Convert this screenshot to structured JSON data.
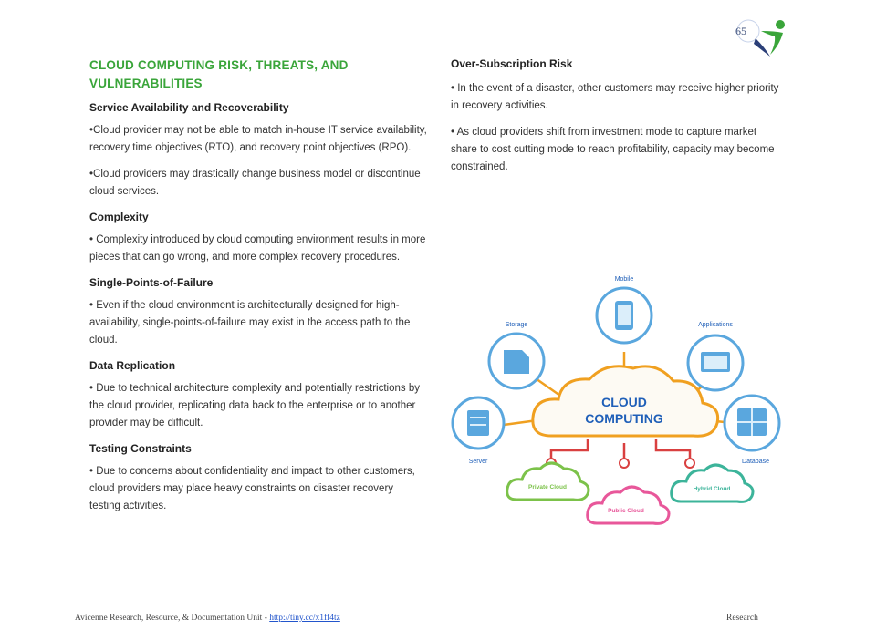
{
  "page_number": "65",
  "left": {
    "title": "CLOUD COMPUTING RISK, THREATS, AND VULNERABILITIES",
    "sections": [
      {
        "heading": "Service Availability and Recoverability",
        "paragraphs": [
          "•Cloud provider may not be able to match in-house IT service availability, recovery time objectives (RTO), and recovery point objectives (RPO).",
          "•Cloud providers may drastically change business model or discontinue cloud services."
        ]
      },
      {
        "heading": "Complexity",
        "paragraphs": [
          "• Complexity introduced by cloud computing environment results in more pieces that can go wrong, and more complex recovery procedures."
        ]
      },
      {
        "heading": "Single-Points-of-Failure",
        "paragraphs": [
          "• Even if the cloud environment is architecturally designed for high-availability, single-points-of-failure may exist in the access path to the cloud."
        ]
      },
      {
        "heading": "Data Replication",
        "paragraphs": [
          "• Due to technical architecture complexity and potentially restrictions by the cloud provider, replicating data back to the enterprise or to another provider may be difficult."
        ]
      },
      {
        "heading": "Testing Constraints",
        "paragraphs": [
          "• Due to concerns about confidentiality and impact to other customers, cloud providers may place heavy constraints on disaster recovery testing activities."
        ]
      }
    ]
  },
  "right": {
    "heading": "Over-Subscription Risk",
    "paragraphs": [
      "• In the event of a disaster, other customers may receive higher priority in recovery activities.",
      "• As cloud providers shift from investment mode to capture market share to cost cutting mode to reach profitability, capacity may become constrained."
    ]
  },
  "diagram": {
    "center_line1": "CLOUD",
    "center_line2": "COMPUTING",
    "nodes": {
      "mobile": "Mobile",
      "storage": "Storage",
      "applications": "Applications",
      "server": "Server",
      "database": "Database",
      "private_cloud": "Private Cloud",
      "public_cloud": "Public Cloud",
      "hybrid_cloud": "Hybrid Cloud"
    },
    "colors": {
      "accent_blue": "#1f5fb8",
      "circle_blue": "#5aa7de",
      "orange": "#f0a020",
      "red": "#d94040",
      "green": "#7cc24a",
      "pink": "#e8579a",
      "teal": "#3cb49a"
    }
  },
  "footer": {
    "left_text": "Avicenne Research, Resource, & Documentation Unit -",
    "link_text": "http://tiny.cc/x1ff4tz",
    "right_text": "Research"
  },
  "logo": {
    "icon": "person-figure-logo",
    "colors": {
      "green": "#3aa53a",
      "navy": "#2b3f78"
    }
  }
}
